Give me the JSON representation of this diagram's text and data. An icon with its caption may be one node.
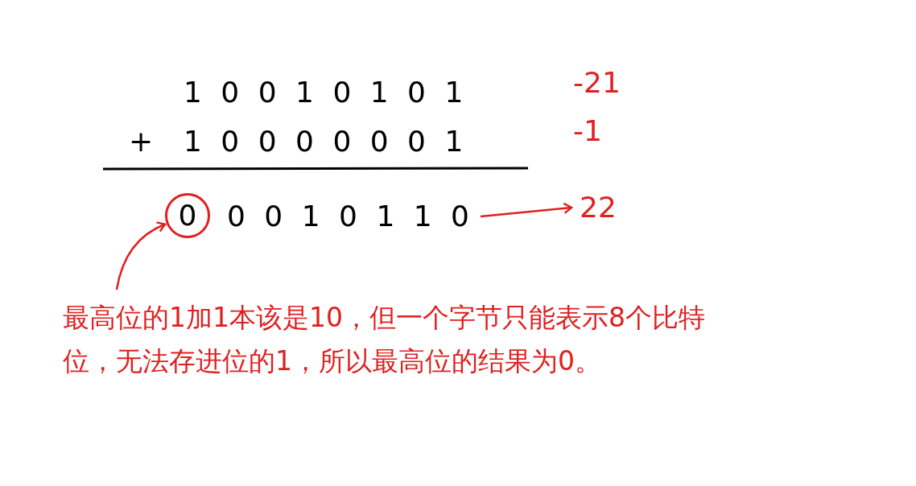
{
  "diagram": {
    "nodes": [
      {
        "text": [
          "0"
        ]
      },
      {
        "text": [
          "最高位的1加1本该是10，但一个字节只能表示8个比特位，无法存进位的1，所以最高位的结果为0。"
        ]
      },
      {
        "text": [
          "0 0 1 0 1 1 0"
        ]
      },
      {
        "text": [
          "22"
        ]
      }
    ],
    "edges": [
      {
        "from": 1,
        "to": 0,
        "arrow": "to"
      },
      {
        "from": 2,
        "to": 3,
        "arrow": "to"
      }
    ],
    "labels": [
      "1 0 0 1 0 1 0 1",
      "-21",
      "+",
      "1 0 0 0 0 0 0 1",
      "-1"
    ]
  }
}
